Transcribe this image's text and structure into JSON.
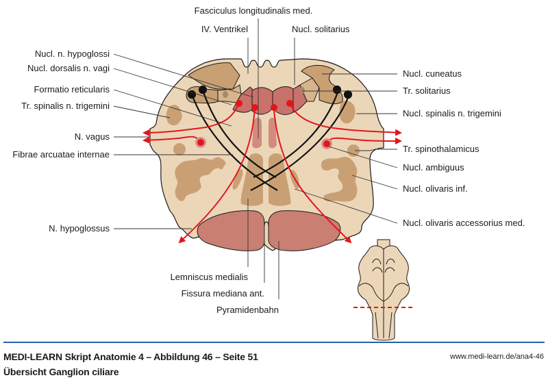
{
  "figure": {
    "colors": {
      "tissue": "#ecd6b8",
      "nucleus_brown": "#c9a074",
      "nucleus_light": "#d8b48c",
      "motor_nuclei": "#c9716b",
      "pyramid": "#c97f72",
      "efferent_red": "#e2161b",
      "outline": "#1a1a1a",
      "footer_rule": "#2a5ea8"
    },
    "labels_left": [
      {
        "id": "nucl-n-hypoglossi",
        "text": "Nucl. n. hypoglossi"
      },
      {
        "id": "nucl-dorsalis-n-vagi",
        "text": "Nucl. dorsalis n. vagi"
      },
      {
        "id": "formatio-reticularis",
        "text": "Formatio reticularis"
      },
      {
        "id": "tr-spinalis-n-trigemini",
        "text": "Tr. spinalis n. trigemini"
      },
      {
        "id": "n-vagus",
        "text": "N. vagus"
      },
      {
        "id": "fibrae-arcuatae-internae",
        "text": "Fibrae arcuatae internae"
      },
      {
        "id": "n-hypoglossus",
        "text": "N. hypoglossus"
      }
    ],
    "labels_right": [
      {
        "id": "nucl-cuneatus",
        "text": "Nucl. cuneatus"
      },
      {
        "id": "tr-solitarius",
        "text": "Tr. solitarius"
      },
      {
        "id": "nucl-spinalis-n-trigemini",
        "text": "Nucl. spinalis n. trigemini"
      },
      {
        "id": "tr-spinothalamicus",
        "text": "Tr. spinothalamicus"
      },
      {
        "id": "nucl-ambiguus",
        "text": "Nucl. ambiguus"
      },
      {
        "id": "nucl-olivaris-inf",
        "text": "Nucl. olivaris inf."
      },
      {
        "id": "nucl-olivaris-accessorius-med",
        "text": "Nucl. olivaris accessorius med."
      }
    ],
    "labels_top": [
      {
        "id": "fasciculus-longitudinalis-med",
        "text": "Fasciculus longitudinalis med."
      },
      {
        "id": "iv-ventrikel",
        "text": "IV. Ventrikel"
      },
      {
        "id": "nucl-solitarius",
        "text": "Nucl. solitarius"
      }
    ],
    "labels_bottom": [
      {
        "id": "lemniscus-medialis",
        "text": "Lemniscus medialis"
      },
      {
        "id": "fissura-mediana-ant",
        "text": "Fissura mediana ant."
      },
      {
        "id": "pyramidenbahn",
        "text": "Pyramidenbahn"
      }
    ]
  },
  "footer": {
    "title": "MEDI-LEARN Skript Anatomie 4 – Abbildung 46 – Seite 51",
    "subtitle": "Übersicht Ganglion ciliare",
    "url": "www.medi-learn.de/ana4-46"
  }
}
